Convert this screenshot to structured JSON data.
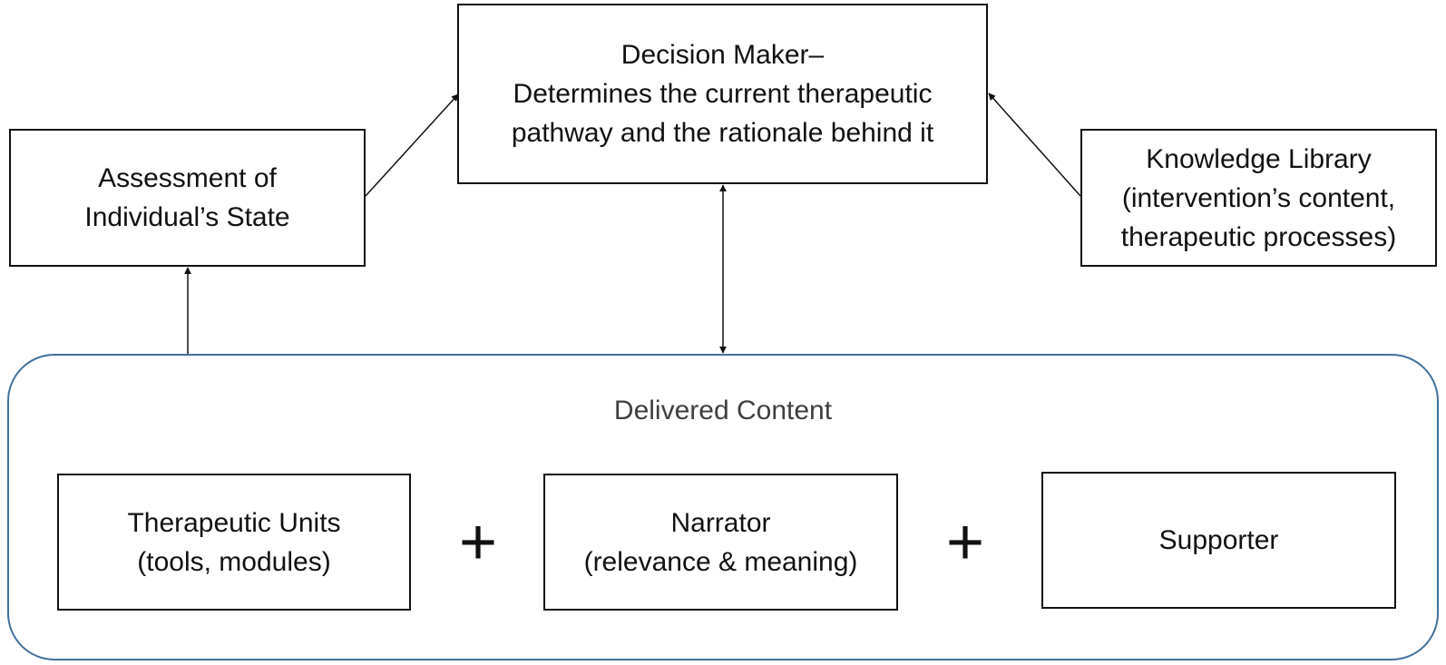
{
  "decision_maker": {
    "lines": [
      "Decision Maker–",
      "Determines the current therapeutic",
      "pathway and the rationale behind it"
    ]
  },
  "assessment": {
    "lines": [
      "Assessment of",
      "Individual’s State"
    ]
  },
  "knowledge_library": {
    "lines": [
      "Knowledge Library",
      "(intervention’s content,",
      "therapeutic processes)"
    ]
  },
  "delivered_content": {
    "title": "Delivered Content",
    "therapeutic_units": {
      "lines": [
        "Therapeutic Units",
        "(tools, modules)"
      ]
    },
    "narrator": {
      "lines": [
        "Narrator",
        "(relevance & meaning)"
      ]
    },
    "supporter": {
      "lines": [
        "Supporter"
      ]
    },
    "plus_symbol": "+"
  },
  "colors": {
    "box_border": "#111111",
    "panel_border": "#41719c",
    "panel_title": "#3f3f3f"
  }
}
